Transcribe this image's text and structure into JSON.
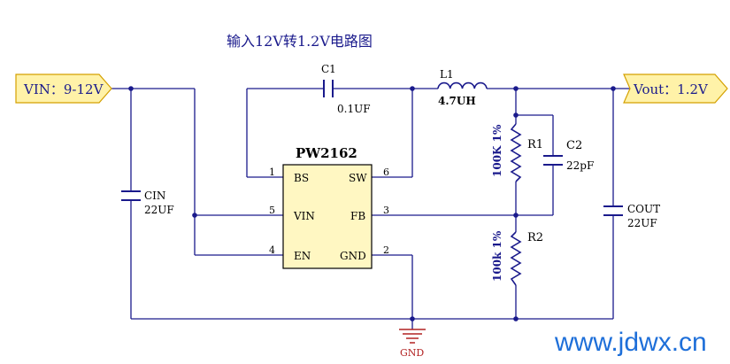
{
  "title": "输入12V转1.2V电路图",
  "ports": {
    "vin": {
      "label": "VIN：9-12V"
    },
    "vout": {
      "label": "Vout：1.2V"
    }
  },
  "chip": {
    "name": "PW2162",
    "pins": [
      {
        "num": "1",
        "name": "BS"
      },
      {
        "num": "6",
        "name": "SW"
      },
      {
        "num": "5",
        "name": "VIN"
      },
      {
        "num": "3",
        "name": "FB"
      },
      {
        "num": "4",
        "name": "EN"
      },
      {
        "num": "2",
        "name": "GND"
      }
    ]
  },
  "components": {
    "c1": {
      "ref": "C1",
      "value": "0.1UF"
    },
    "l1": {
      "ref": "L1",
      "value": "4.7UH"
    },
    "r1": {
      "ref": "R1",
      "value": "100K 1%"
    },
    "c2": {
      "ref": "C2",
      "value": "22pF"
    },
    "r2": {
      "ref": "R2",
      "value": "100k 1%"
    },
    "cin": {
      "ref": "CIN",
      "value": "22UF"
    },
    "cout": {
      "ref": "COUT",
      "value": "22UF"
    }
  },
  "ground": {
    "label": "GND"
  },
  "watermark": "www.jdwx.cn",
  "colors": {
    "wire": "#1a1a8c",
    "component": "#1a1a8c",
    "pin_text": "#000000",
    "port_fill": "#fff2a8",
    "port_stroke": "#d4a000",
    "chip_fill": "#fff7c2",
    "ground": "#b22222",
    "watermark": "#1e6fd9"
  }
}
